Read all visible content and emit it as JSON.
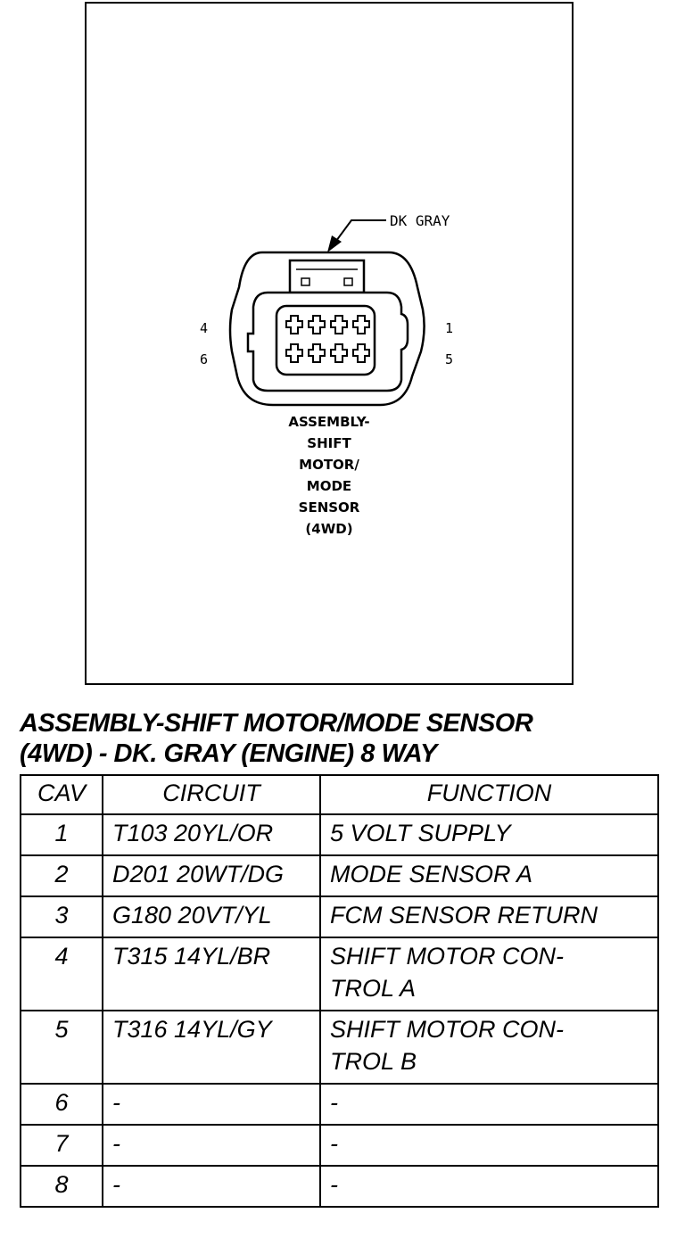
{
  "diagram": {
    "color_callout": "DK GRAY",
    "pin_labels": {
      "top_left": "4",
      "bottom_left": "6",
      "top_right": "1",
      "bottom_right": "5"
    },
    "connector_name_lines": [
      "ASSEMBLY-",
      "SHIFT",
      "MOTOR/",
      "MODE",
      "SENSOR",
      "(4WD)"
    ]
  },
  "title": {
    "line1": "ASSEMBLY-SHIFT MOTOR/MODE SENSOR",
    "line2": "(4WD) - DK. GRAY (ENGINE) 8 WAY"
  },
  "table": {
    "headers": {
      "cav": "CAV",
      "circuit": "CIRCUIT",
      "function": "FUNCTION"
    },
    "rows": [
      {
        "cav": "1",
        "circuit": "T103 20YL/OR",
        "function": "5 VOLT SUPPLY"
      },
      {
        "cav": "2",
        "circuit": "D201 20WT/DG",
        "function": "MODE SENSOR A"
      },
      {
        "cav": "3",
        "circuit": "G180 20VT/YL",
        "function": "FCM SENSOR RETURN"
      },
      {
        "cav": "4",
        "circuit": "T315 14YL/BR",
        "function": "SHIFT MOTOR CON-\nTROL A"
      },
      {
        "cav": "5",
        "circuit": "T316 14YL/GY",
        "function": "SHIFT MOTOR CON-\nTROL B"
      },
      {
        "cav": "6",
        "circuit": "-",
        "function": "-"
      },
      {
        "cav": "7",
        "circuit": "-",
        "function": "-"
      },
      {
        "cav": "8",
        "circuit": "-",
        "function": "-"
      }
    ]
  }
}
